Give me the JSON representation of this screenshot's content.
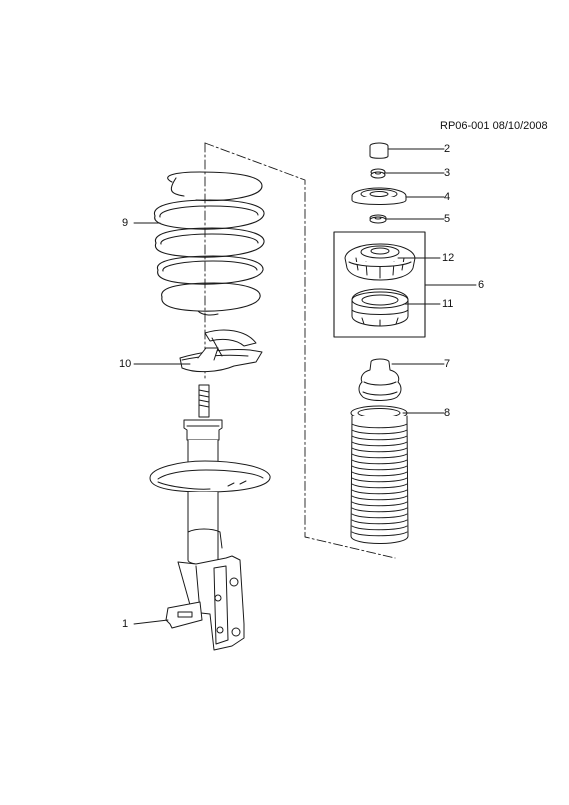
{
  "document_ref": "RP06-001 08/10/2008",
  "callouts": [
    {
      "id": "c1",
      "label": "1"
    },
    {
      "id": "c2",
      "label": "2"
    },
    {
      "id": "c3",
      "label": "3"
    },
    {
      "id": "c4",
      "label": "4"
    },
    {
      "id": "c5",
      "label": "5"
    },
    {
      "id": "c6",
      "label": "6"
    },
    {
      "id": "c7",
      "label": "7"
    },
    {
      "id": "c8",
      "label": "8"
    },
    {
      "id": "c9",
      "label": "9"
    },
    {
      "id": "c10",
      "label": "10"
    },
    {
      "id": "c11",
      "label": "11"
    },
    {
      "id": "c12",
      "label": "12"
    }
  ],
  "colors": {
    "line": "#1a1a1a",
    "fill": "#ffffff",
    "shade": "#d9d9d9"
  }
}
